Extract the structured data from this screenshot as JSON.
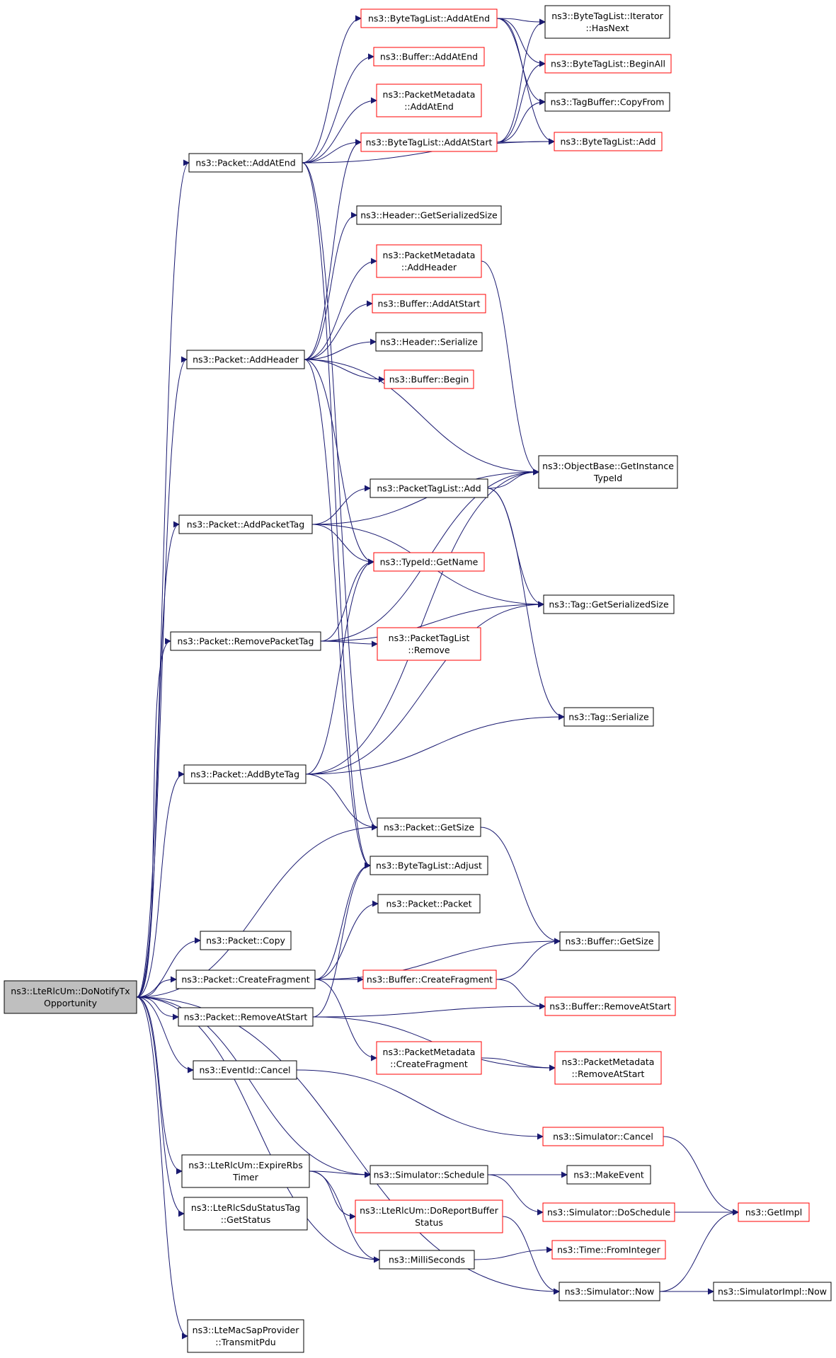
{
  "colors": {
    "edge": "#191970",
    "black_border": "#000000",
    "red_border": "#ff0000",
    "root_fill": "#bfbfbf",
    "node_fill": "#ffffff"
  },
  "nodes": [
    {
      "id": "root",
      "lines": [
        "ns3::LteRlcUm::DoNotifyTx",
        "Opportunity"
      ],
      "style": "root"
    },
    {
      "id": "pkt_addatend",
      "lines": [
        "ns3::Packet::AddAtEnd"
      ],
      "style": "black"
    },
    {
      "id": "pkt_addheader",
      "lines": [
        "ns3::Packet::AddHeader"
      ],
      "style": "black"
    },
    {
      "id": "pkt_addpackettag",
      "lines": [
        "ns3::Packet::AddPacketTag"
      ],
      "style": "black"
    },
    {
      "id": "pkt_removepackettag",
      "lines": [
        "ns3::Packet::RemovePacketTag"
      ],
      "style": "black"
    },
    {
      "id": "pkt_addbytetag",
      "lines": [
        "ns3::Packet::AddByteTag"
      ],
      "style": "black"
    },
    {
      "id": "pkt_copy",
      "lines": [
        "ns3::Packet::Copy"
      ],
      "style": "black"
    },
    {
      "id": "pkt_createfragment",
      "lines": [
        "ns3::Packet::CreateFragment"
      ],
      "style": "black"
    },
    {
      "id": "pkt_removeatstart",
      "lines": [
        "ns3::Packet::RemoveAtStart"
      ],
      "style": "black"
    },
    {
      "id": "eventid_cancel",
      "lines": [
        "ns3::EventId::Cancel"
      ],
      "style": "black"
    },
    {
      "id": "expirerbs",
      "lines": [
        "ns3::LteRlcUm::ExpireRbs",
        "Timer"
      ],
      "style": "black"
    },
    {
      "id": "sdustatustag",
      "lines": [
        "ns3::LteRlcSduStatusTag",
        "::GetStatus"
      ],
      "style": "black"
    },
    {
      "id": "transmitpdu",
      "lines": [
        "ns3::LteMacSapProvider",
        "::TransmitPdu"
      ],
      "style": "black"
    },
    {
      "id": "btl_addatend",
      "lines": [
        "ns3::ByteTagList::AddAtEnd"
      ],
      "style": "red"
    },
    {
      "id": "buf_addatend",
      "lines": [
        "ns3::Buffer::AddAtEnd"
      ],
      "style": "red"
    },
    {
      "id": "pm_addatend",
      "lines": [
        "ns3::PacketMetadata",
        "::AddAtEnd"
      ],
      "style": "red"
    },
    {
      "id": "btl_addatstart",
      "lines": [
        "ns3::ByteTagList::AddAtStart"
      ],
      "style": "red"
    },
    {
      "id": "hdr_getsersize",
      "lines": [
        "ns3::Header::GetSerializedSize"
      ],
      "style": "black"
    },
    {
      "id": "pm_addheader",
      "lines": [
        "ns3::PacketMetadata",
        "::AddHeader"
      ],
      "style": "red"
    },
    {
      "id": "buf_addatstart",
      "lines": [
        "ns3::Buffer::AddAtStart"
      ],
      "style": "red"
    },
    {
      "id": "hdr_serialize",
      "lines": [
        "ns3::Header::Serialize"
      ],
      "style": "black"
    },
    {
      "id": "buf_begin",
      "lines": [
        "ns3::Buffer::Begin"
      ],
      "style": "red"
    },
    {
      "id": "ptl_add",
      "lines": [
        "ns3::PacketTagList::Add"
      ],
      "style": "black"
    },
    {
      "id": "typeid_getname",
      "lines": [
        "ns3::TypeId::GetName"
      ],
      "style": "red"
    },
    {
      "id": "ptl_remove",
      "lines": [
        "ns3::PacketTagList",
        "::Remove"
      ],
      "style": "red"
    },
    {
      "id": "pkt_getsize",
      "lines": [
        "ns3::Packet::GetSize"
      ],
      "style": "black"
    },
    {
      "id": "btl_adjust",
      "lines": [
        "ns3::ByteTagList::Adjust"
      ],
      "style": "black"
    },
    {
      "id": "pkt_packet",
      "lines": [
        "ns3::Packet::Packet"
      ],
      "style": "black"
    },
    {
      "id": "buf_createfragment",
      "lines": [
        "ns3::Buffer::CreateFragment"
      ],
      "style": "red"
    },
    {
      "id": "pm_createfragment",
      "lines": [
        "ns3::PacketMetadata",
        "::CreateFragment"
      ],
      "style": "red"
    },
    {
      "id": "sim_schedule",
      "lines": [
        "ns3::Simulator::Schedule"
      ],
      "style": "black"
    },
    {
      "id": "doreportbuffer",
      "lines": [
        "ns3::LteRlcUm::DoReportBuffer",
        "Status"
      ],
      "style": "red"
    },
    {
      "id": "milliseconds",
      "lines": [
        "ns3::MilliSeconds"
      ],
      "style": "black"
    },
    {
      "id": "btl_iter_hasnext",
      "lines": [
        "ns3::ByteTagList::Iterator",
        "::HasNext"
      ],
      "style": "black"
    },
    {
      "id": "btl_beginall",
      "lines": [
        "ns3::ByteTagList::BeginAll"
      ],
      "style": "red"
    },
    {
      "id": "tagbuf_copyfrom",
      "lines": [
        "ns3::TagBuffer::CopyFrom"
      ],
      "style": "black"
    },
    {
      "id": "btl_add",
      "lines": [
        "ns3::ByteTagList::Add"
      ],
      "style": "red"
    },
    {
      "id": "objbase_getinsttypeid",
      "lines": [
        "ns3::ObjectBase::GetInstance",
        "TypeId"
      ],
      "style": "black"
    },
    {
      "id": "tag_getsersize",
      "lines": [
        "ns3::Tag::GetSerializedSize"
      ],
      "style": "black"
    },
    {
      "id": "tag_serialize",
      "lines": [
        "ns3::Tag::Serialize"
      ],
      "style": "black"
    },
    {
      "id": "buf_getsize",
      "lines": [
        "ns3::Buffer::GetSize"
      ],
      "style": "black"
    },
    {
      "id": "buf_removeatstart",
      "lines": [
        "ns3::Buffer::RemoveAtStart"
      ],
      "style": "red"
    },
    {
      "id": "pm_removeatstart",
      "lines": [
        "ns3::PacketMetadata",
        "::RemoveAtStart"
      ],
      "style": "red"
    },
    {
      "id": "sim_cancel",
      "lines": [
        "ns3::Simulator::Cancel"
      ],
      "style": "red"
    },
    {
      "id": "makeevent",
      "lines": [
        "ns3::MakeEvent"
      ],
      "style": "black"
    },
    {
      "id": "sim_doschedule",
      "lines": [
        "ns3::Simulator::DoSchedule"
      ],
      "style": "red"
    },
    {
      "id": "time_frominteger",
      "lines": [
        "ns3::Time::FromInteger"
      ],
      "style": "red"
    },
    {
      "id": "sim_now",
      "lines": [
        "ns3::Simulator::Now"
      ],
      "style": "black"
    },
    {
      "id": "getimpl",
      "lines": [
        "ns3::GetImpl"
      ],
      "style": "red"
    },
    {
      "id": "simimpl_now",
      "lines": [
        "ns3::SimulatorImpl::Now"
      ],
      "style": "black"
    }
  ],
  "edges": [
    [
      "root",
      "pkt_addatend"
    ],
    [
      "root",
      "pkt_addheader"
    ],
    [
      "root",
      "pkt_addpackettag"
    ],
    [
      "root",
      "pkt_removepackettag"
    ],
    [
      "root",
      "pkt_addbytetag"
    ],
    [
      "root",
      "pkt_getsize"
    ],
    [
      "root",
      "pkt_copy"
    ],
    [
      "root",
      "pkt_createfragment"
    ],
    [
      "root",
      "pkt_removeatstart"
    ],
    [
      "root",
      "eventid_cancel"
    ],
    [
      "root",
      "expirerbs"
    ],
    [
      "root",
      "sim_schedule"
    ],
    [
      "root",
      "sdustatustag"
    ],
    [
      "root",
      "milliseconds"
    ],
    [
      "root",
      "sim_now"
    ],
    [
      "root",
      "transmitpdu"
    ],
    [
      "pkt_addatend",
      "btl_addatend"
    ],
    [
      "pkt_addatend",
      "buf_addatend"
    ],
    [
      "pkt_addatend",
      "pm_addatend"
    ],
    [
      "pkt_addatend",
      "btl_addatstart"
    ],
    [
      "pkt_addatend",
      "btl_add"
    ],
    [
      "pkt_addatend",
      "pkt_getsize"
    ],
    [
      "pkt_addatend",
      "btl_adjust"
    ],
    [
      "btl_addatend",
      "btl_iter_hasnext"
    ],
    [
      "btl_addatend",
      "btl_beginall"
    ],
    [
      "btl_addatend",
      "tagbuf_copyfrom"
    ],
    [
      "btl_addatend",
      "btl_add"
    ],
    [
      "btl_addatstart",
      "btl_iter_hasnext"
    ],
    [
      "btl_addatstart",
      "btl_beginall"
    ],
    [
      "btl_addatstart",
      "tagbuf_copyfrom"
    ],
    [
      "btl_addatstart",
      "btl_add"
    ],
    [
      "pkt_addheader",
      "btl_addatstart"
    ],
    [
      "pkt_addheader",
      "hdr_getsersize"
    ],
    [
      "pkt_addheader",
      "pm_addheader"
    ],
    [
      "pkt_addheader",
      "buf_addatstart"
    ],
    [
      "pkt_addheader",
      "hdr_serialize"
    ],
    [
      "pkt_addheader",
      "buf_begin"
    ],
    [
      "pkt_addheader",
      "objbase_getinsttypeid"
    ],
    [
      "pkt_addheader",
      "typeid_getname"
    ],
    [
      "pkt_addheader",
      "btl_adjust"
    ],
    [
      "pm_addheader",
      "objbase_getinsttypeid"
    ],
    [
      "pkt_addpackettag",
      "objbase_getinsttypeid"
    ],
    [
      "pkt_addpackettag",
      "ptl_add"
    ],
    [
      "pkt_addpackettag",
      "typeid_getname"
    ],
    [
      "pkt_addpackettag",
      "tag_getsersize"
    ],
    [
      "ptl_add",
      "objbase_getinsttypeid"
    ],
    [
      "ptl_add",
      "tag_getsersize"
    ],
    [
      "ptl_add",
      "tag_serialize"
    ],
    [
      "pkt_removepackettag",
      "typeid_getname"
    ],
    [
      "pkt_removepackettag",
      "objbase_getinsttypeid"
    ],
    [
      "pkt_removepackettag",
      "ptl_remove"
    ],
    [
      "pkt_removepackettag",
      "tag_getsersize"
    ],
    [
      "pkt_addbytetag",
      "typeid_getname"
    ],
    [
      "pkt_addbytetag",
      "objbase_getinsttypeid"
    ],
    [
      "pkt_addbytetag",
      "tag_getsersize"
    ],
    [
      "pkt_addbytetag",
      "tag_serialize"
    ],
    [
      "pkt_addbytetag",
      "pkt_getsize"
    ],
    [
      "pkt_getsize",
      "buf_getsize"
    ],
    [
      "pkt_createfragment",
      "btl_adjust"
    ],
    [
      "pkt_createfragment",
      "pkt_packet"
    ],
    [
      "pkt_createfragment",
      "buf_getsize"
    ],
    [
      "pkt_createfragment",
      "buf_createfragment"
    ],
    [
      "pkt_createfragment",
      "pm_createfragment"
    ],
    [
      "buf_createfragment",
      "buf_getsize"
    ],
    [
      "buf_createfragment",
      "buf_removeatstart"
    ],
    [
      "pkt_removeatstart",
      "btl_adjust"
    ],
    [
      "pkt_removeatstart",
      "buf_removeatstart"
    ],
    [
      "pkt_removeatstart",
      "pm_removeatstart"
    ],
    [
      "pm_createfragment",
      "pm_removeatstart"
    ],
    [
      "eventid_cancel",
      "sim_cancel"
    ],
    [
      "sim_cancel",
      "getimpl"
    ],
    [
      "expirerbs",
      "sim_schedule"
    ],
    [
      "expirerbs",
      "doreportbuffer"
    ],
    [
      "expirerbs",
      "milliseconds"
    ],
    [
      "sim_schedule",
      "makeevent"
    ],
    [
      "sim_schedule",
      "sim_doschedule"
    ],
    [
      "sim_doschedule",
      "getimpl"
    ],
    [
      "doreportbuffer",
      "sim_now"
    ],
    [
      "milliseconds",
      "time_frominteger"
    ],
    [
      "sim_now",
      "getimpl"
    ],
    [
      "sim_now",
      "simimpl_now"
    ]
  ]
}
